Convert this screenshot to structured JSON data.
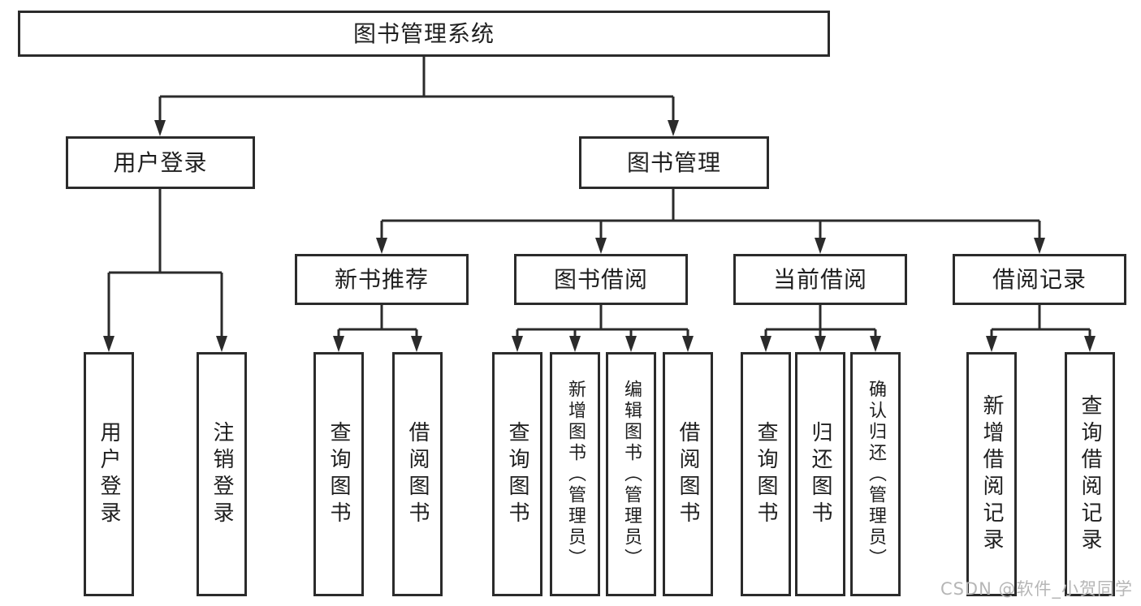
{
  "diagram": {
    "root": {
      "label": "图书管理系统"
    },
    "level1": [
      {
        "label": "用户登录"
      },
      {
        "label": "图书管理"
      }
    ],
    "level2": [
      {
        "label": "新书推荐",
        "parent": "图书管理"
      },
      {
        "label": "图书借阅",
        "parent": "图书管理"
      },
      {
        "label": "当前借阅",
        "parent": "图书管理"
      },
      {
        "label": "借阅记录",
        "parent": "图书管理"
      }
    ],
    "leaves": [
      {
        "label": "用户登录",
        "parent": "用户登录"
      },
      {
        "label": "注销登录",
        "parent": "用户登录"
      },
      {
        "label": "查询图书",
        "parent": "新书推荐"
      },
      {
        "label": "借阅图书",
        "parent": "新书推荐"
      },
      {
        "label": "查询图书",
        "parent": "图书借阅"
      },
      {
        "label": "新增图书（管理员）",
        "parent": "图书借阅"
      },
      {
        "label": "编辑图书（管理员）",
        "parent": "图书借阅"
      },
      {
        "label": "借阅图书",
        "parent": "图书借阅"
      },
      {
        "label": "查询图书",
        "parent": "当前借阅"
      },
      {
        "label": "归还图书",
        "parent": "当前借阅"
      },
      {
        "label": "确认归还（管理员）",
        "parent": "当前借阅"
      },
      {
        "label": "新增借阅记录",
        "parent": "借阅记录"
      },
      {
        "label": "查询借阅记录",
        "parent": "借阅记录"
      }
    ],
    "colors": {
      "line": "#2b2b2b",
      "text": "#1e1e1e",
      "background": "#ffffff",
      "watermark": "#b6b6b6"
    }
  },
  "watermark": {
    "text": "CSDN @软件_小贺同学"
  }
}
